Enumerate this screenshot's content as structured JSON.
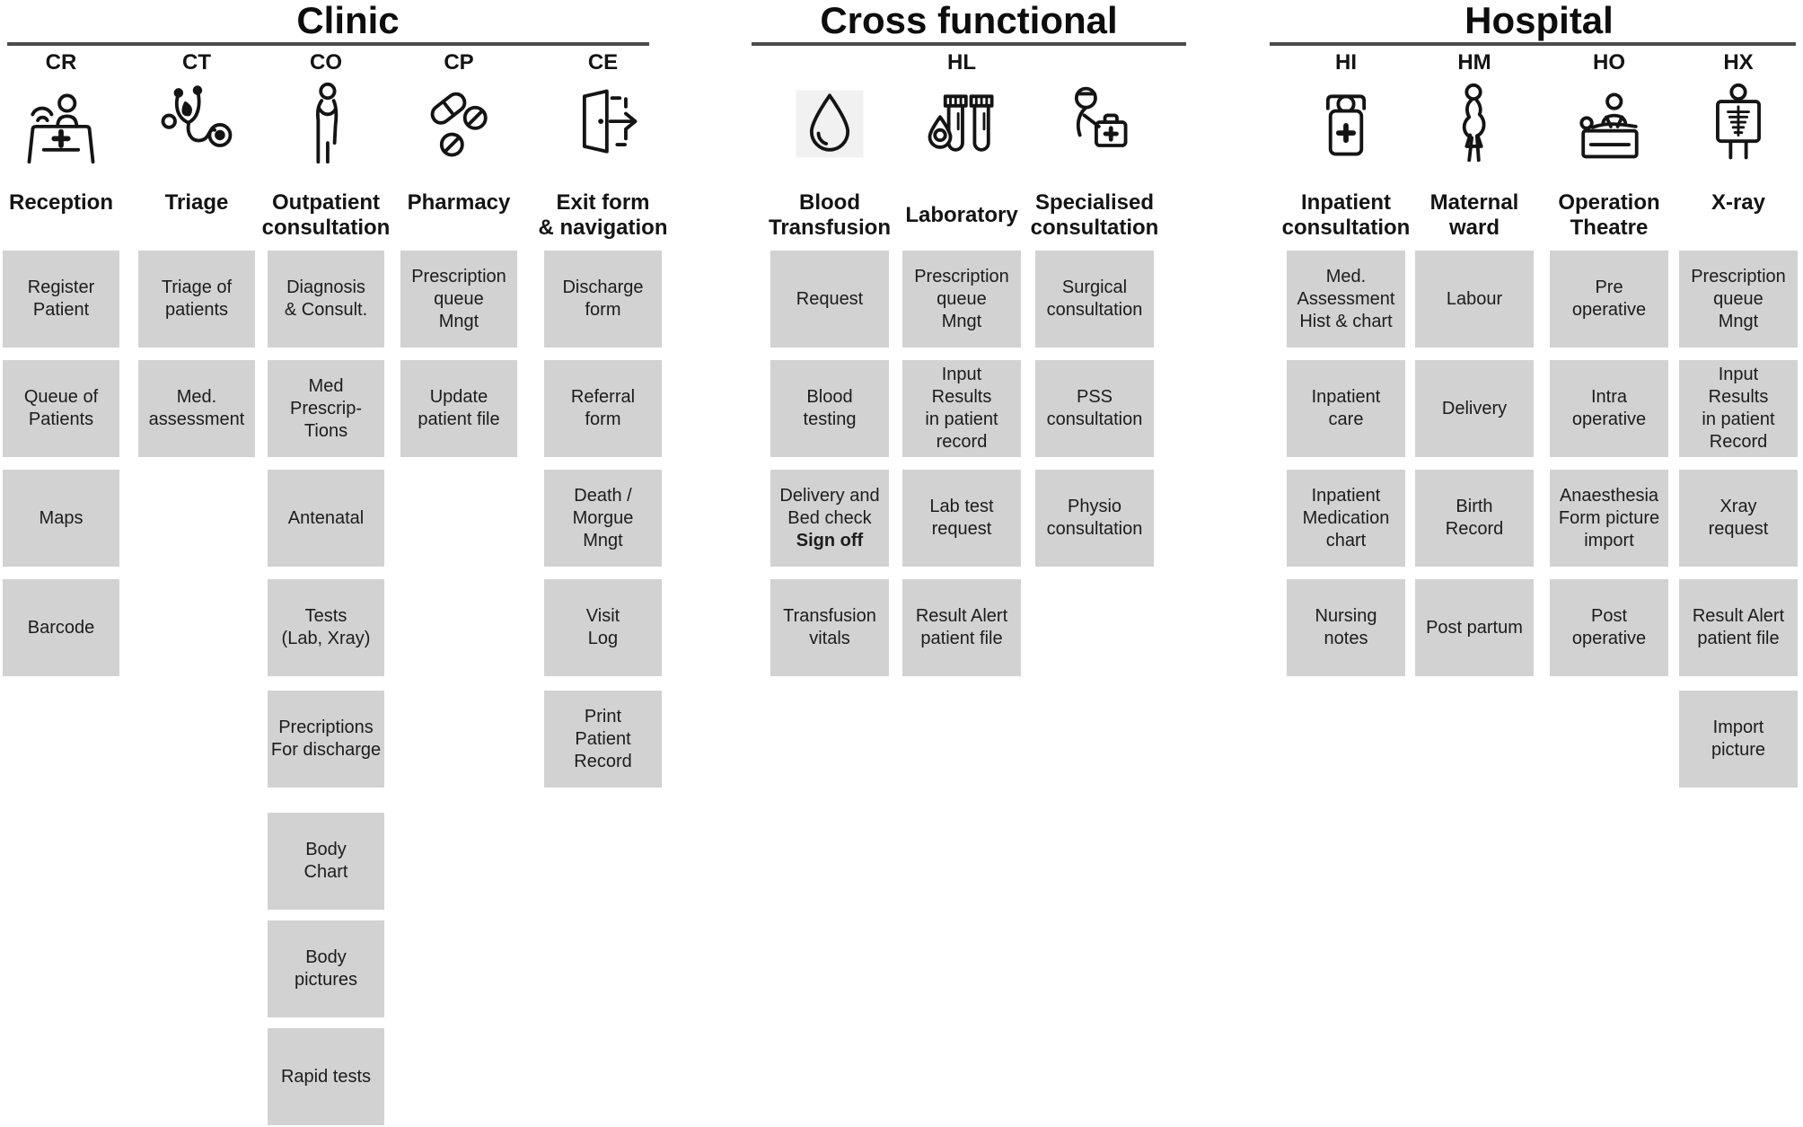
{
  "figure": {
    "background": "#ffffff",
    "box_fill": "#d2d2d2",
    "rule_color": "#4b4b4b",
    "text_color": "#1a1a1a"
  },
  "sections": [
    {
      "title": "Clinic",
      "columns": [
        {
          "code": "CR",
          "icon": "reception-desk-icon",
          "label": "Reception",
          "tasks": [
            {
              "t": "Register\nPatient"
            },
            {
              "t": "Queue of\nPatients"
            },
            {
              "t": "Maps"
            },
            {
              "t": "Barcode"
            }
          ]
        },
        {
          "code": "CT",
          "icon": "stethoscope-icon",
          "label": "Triage",
          "tasks": [
            {
              "t": "Triage of\npatients"
            },
            {
              "t": "Med.\nassessment"
            }
          ]
        },
        {
          "code": "CO",
          "icon": "standing-patient-icon",
          "label": "Outpatient\nconsultation",
          "tasks": [
            {
              "t": "Diagnosis\n& Consult."
            },
            {
              "t": "Med\nPrescrip-\nTions"
            },
            {
              "t": "Antenatal"
            },
            {
              "t": "Tests\n(Lab, Xray)"
            },
            {
              "t": "Precriptions\nFor discharge"
            },
            {
              "t": "Body\nChart"
            },
            {
              "t": "Body\npictures"
            },
            {
              "t": "Rapid tests"
            }
          ]
        },
        {
          "code": "CP",
          "icon": "pills-icon",
          "label": "Pharmacy",
          "tasks": [
            {
              "t": "Prescription\nqueue\nMngt"
            },
            {
              "t": "Update\npatient file"
            }
          ]
        },
        {
          "code": "CE",
          "icon": "exit-door-icon",
          "label": "Exit form\n& navigation",
          "tasks": [
            {
              "t": "Discharge\nform"
            },
            {
              "t": "Referral\nform"
            },
            {
              "t": "Death /\nMorgue\nMngt"
            },
            {
              "t": "Visit\nLog"
            },
            {
              "t": "Print\nPatient\nRecord"
            }
          ]
        }
      ]
    },
    {
      "title": "Cross functional",
      "columns": [
        {
          "code": "",
          "icon": "blood-drop-icon",
          "label": "Blood\nTransfusion",
          "tasks": [
            {
              "t": "Request"
            },
            {
              "t": "Blood\ntesting"
            },
            {
              "t": "Delivery and\nBed check",
              "b": "Sign off"
            },
            {
              "t": "Transfusion\nvitals"
            }
          ]
        },
        {
          "code": "HL",
          "icon": "test-tubes-icon",
          "label": "Laboratory",
          "tasks": [
            {
              "t": "Prescription\nqueue\nMngt"
            },
            {
              "t": "Input\nResults\nin patient\nrecord"
            },
            {
              "t": "Lab test\nrequest"
            },
            {
              "t": "Result Alert\npatient file"
            }
          ]
        },
        {
          "code": "",
          "icon": "specialist-kit-icon",
          "label": "Specialised\nconsultation",
          "tasks": [
            {
              "t": "Surgical\nconsultation"
            },
            {
              "t": "PSS\nconsultation"
            },
            {
              "t": "Physio\nconsultation"
            }
          ]
        }
      ]
    },
    {
      "title": "Hospital",
      "columns": [
        {
          "code": "HI",
          "icon": "inpatient-card-icon",
          "label": "Inpatient\nconsultation",
          "tasks": [
            {
              "t": "Med.\nAssessment\nHist & chart"
            },
            {
              "t": "Inpatient\ncare"
            },
            {
              "t": "Inpatient\nMedication\nchart"
            },
            {
              "t": "Nursing\nnotes"
            }
          ]
        },
        {
          "code": "HM",
          "icon": "pregnant-woman-icon",
          "label": "Maternal\nward",
          "tasks": [
            {
              "t": "Labour"
            },
            {
              "t": "Delivery"
            },
            {
              "t": "Birth\nRecord"
            },
            {
              "t": "Post partum"
            }
          ]
        },
        {
          "code": "HO",
          "icon": "operation-table-icon",
          "label": "Operation\nTheatre",
          "tasks": [
            {
              "t": "Pre\noperative"
            },
            {
              "t": "Intra\noperative"
            },
            {
              "t": "Anaesthesia\nForm picture\nimport"
            },
            {
              "t": "Post\noperative"
            }
          ]
        },
        {
          "code": "HX",
          "icon": "xray-screen-icon",
          "label": "X-ray",
          "tasks": [
            {
              "t": "Prescription\nqueue\nMngt"
            },
            {
              "t": "Input\nResults\nin patient\nRecord"
            },
            {
              "t": "Xray\nrequest"
            },
            {
              "t": "Result Alert\npatient file"
            },
            {
              "t": "Import\npicture"
            }
          ]
        }
      ]
    }
  ]
}
